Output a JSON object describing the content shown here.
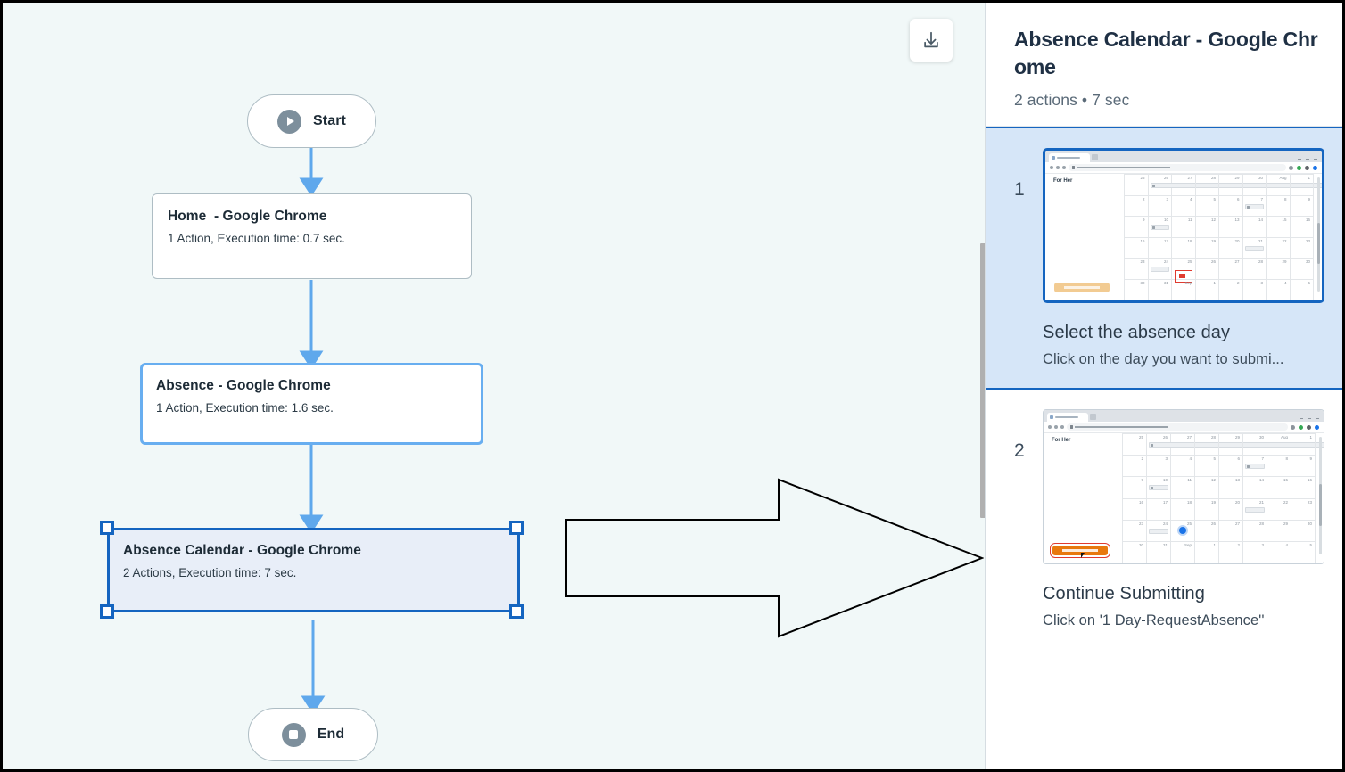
{
  "canvas": {
    "background_color": "#f1f8f8",
    "download_button": {
      "icon": "download-icon",
      "tooltip": "Download"
    },
    "scrollbar": {
      "orientation": "vertical"
    },
    "annotation": {
      "shape": "right-arrow",
      "stroke_color": "#000000"
    },
    "nodes": [
      {
        "id": "start",
        "type": "terminal",
        "label": "Start",
        "icon": "play-circle-icon"
      },
      {
        "id": "home",
        "type": "step",
        "title": "Home  - Google Chrome",
        "subtitle": "1 Action, Execution time: 0.7 sec.",
        "state": "default"
      },
      {
        "id": "absence",
        "type": "step",
        "title": "Absence - Google Chrome",
        "subtitle": "1 Action, Execution time: 1.6 sec.",
        "state": "hovered"
      },
      {
        "id": "absence-calendar",
        "type": "step",
        "title": "Absence Calendar - Google Chrome",
        "subtitle": "2 Actions, Execution time: 7 sec.",
        "state": "selected"
      },
      {
        "id": "end",
        "type": "terminal",
        "label": "End",
        "icon": "stop-circle-icon"
      }
    ],
    "connector_color": "#5fa8ec"
  },
  "sidebar": {
    "title": "Absence Calendar - Google Chrome",
    "meta": "2 actions • 7 sec",
    "accent_color": "#1565c0",
    "selected_background": "#d6e6f8",
    "steps": [
      {
        "number": "1",
        "title": "Select the absence day",
        "description": "Click on the day you want to submi...",
        "selected": true,
        "thumbnail": {
          "page_heading": "For Her",
          "marker": "red-selection-box",
          "button_label": "Request Absence",
          "button_style": "pale"
        }
      },
      {
        "number": "2",
        "title": "Continue Submitting",
        "description": "Click on '1 Day-RequestAbsence''",
        "selected": false,
        "thumbnail": {
          "page_heading": "For Her",
          "marker": "blue-dot",
          "button_label": "1 Day- RequestAbsence",
          "button_style": "hot"
        }
      }
    ]
  }
}
